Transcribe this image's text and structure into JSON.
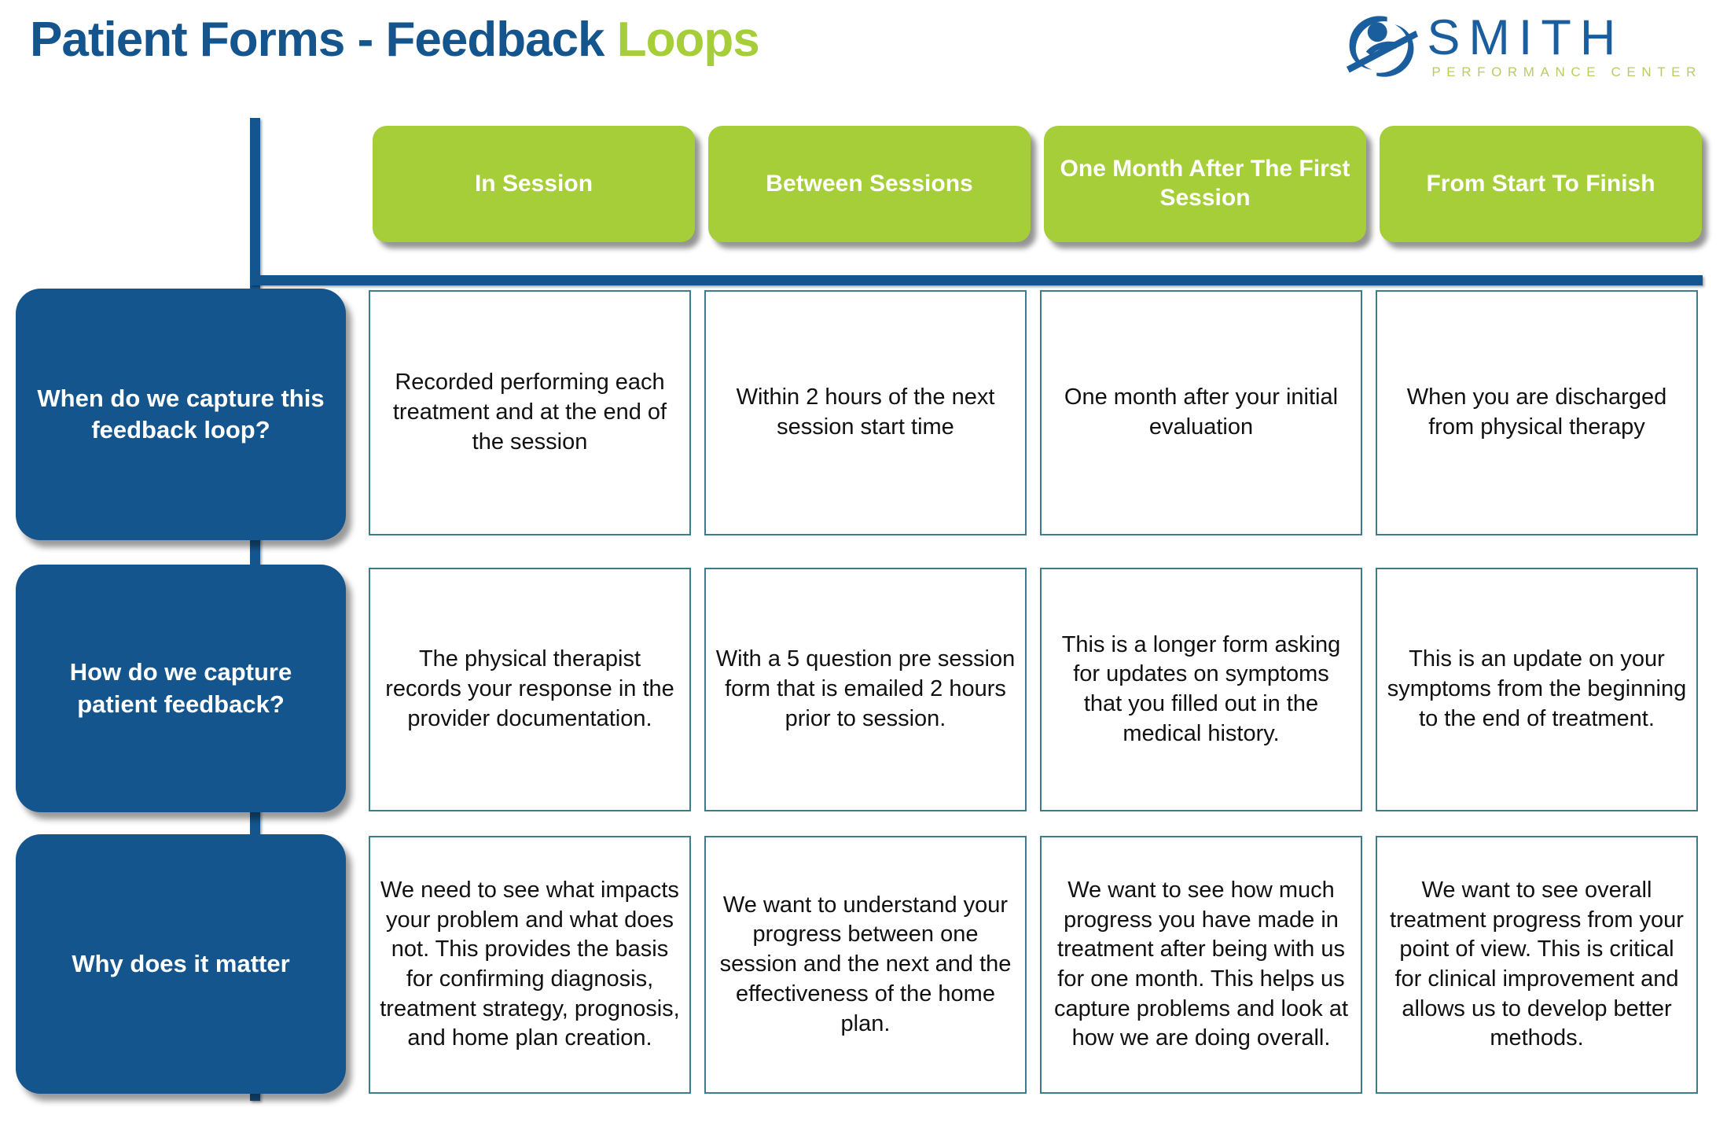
{
  "title": {
    "part_blue": "Patient Forms - Feedback",
    "part_green": "Loops"
  },
  "logo": {
    "icon": "smith-swoosh-logo-icon",
    "wordmark": "SMITH",
    "tagline": "PERFORMANCE CENTER"
  },
  "colors": {
    "brand_blue": "#15558D",
    "brand_green": "#A5CE39",
    "logo_blue": "#1B5E9E",
    "tagline_green": "#B9CC63",
    "cell_border": "#3E7C8C"
  },
  "matrix": {
    "column_headers": [
      "In Session",
      "Between Sessions",
      "One Month After The First Session",
      "From Start To Finish"
    ],
    "row_labels": [
      "When do we capture this feedback loop?",
      "How do we capture patient feedback?",
      "Why does it matter"
    ],
    "rows": [
      {
        "label": "When do we capture this feedback loop?",
        "cells": [
          "Recorded performing each treatment and at the end of the session",
          "Within 2 hours of the next session start time",
          "One month after your initial evaluation",
          "When you are discharged from physical therapy"
        ]
      },
      {
        "label": "How do we capture patient feedback?",
        "cells": [
          "The physical therapist records your response in the provider documentation.",
          "With a 5 question pre session form that is emailed 2 hours prior to session.",
          "This is a longer form asking for updates on symptoms that you filled out in the medical history.",
          "This is an update on your symptoms from the beginning to the end of treatment."
        ]
      },
      {
        "label": "Why does it matter",
        "cells": [
          "We need to see what impacts your problem and what does not. This provides the basis for confirming diagnosis, treatment strategy, prognosis, and home plan creation.",
          "We want to understand your progress between one session and the next and the effectiveness of the home plan.",
          "We want to see how much progress you have made in treatment after being with us for one month. This helps us capture problems and look at how we are doing overall.",
          "We want to see overall treatment progress from your point of view. This is critical for clinical improvement and allows us to develop better methods."
        ]
      }
    ]
  }
}
